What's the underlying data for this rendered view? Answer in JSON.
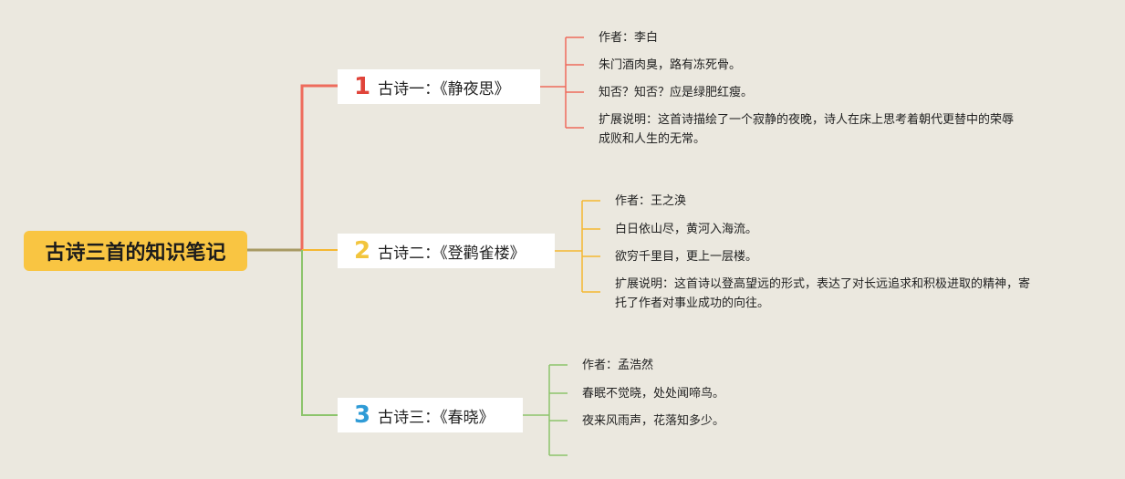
{
  "root": {
    "title": "古诗三首的知识笔记"
  },
  "branches": [
    {
      "number": "1",
      "title": "古诗一：《静夜思》",
      "color": "#ee6b5c",
      "leaves": [
        {
          "lines": [
            "作者：李白"
          ]
        },
        {
          "lines": [
            "朱门酒肉臭，路有冻死骨。"
          ]
        },
        {
          "lines": [
            "知否？知否？应是绿肥红瘦。"
          ]
        },
        {
          "lines": [
            "扩展说明：这首诗描绘了一个寂静的夜晚，诗人在床上思考着朝代更替中的荣辱",
            "成败和人生的无常。"
          ]
        }
      ]
    },
    {
      "number": "2",
      "title": "古诗二：《登鹳雀楼》",
      "color": "#f5b731",
      "leaves": [
        {
          "lines": [
            "作者：王之涣"
          ]
        },
        {
          "lines": [
            "白日依山尽，黄河入海流。"
          ]
        },
        {
          "lines": [
            "欲穷千里目，更上一层楼。"
          ]
        },
        {
          "lines": [
            "扩展说明：这首诗以登高望远的形式，表达了对长远追求和积极进取的精神，寄",
            "托了作者对事业成功的向往。"
          ]
        }
      ]
    },
    {
      "number": "3",
      "title": "古诗三：《春晓》",
      "color": "#8cc46b",
      "number_color": "#2f9bd6",
      "leaves": [
        {
          "lines": [
            "作者：孟浩然"
          ]
        },
        {
          "lines": [
            "春眠不觉晓，处处闻啼鸟。"
          ]
        },
        {
          "lines": [
            "夜来风雨声，花落知多少。"
          ]
        },
        {
          "lines": []
        }
      ]
    }
  ],
  "colors": {
    "background": "#ebe8df",
    "root": "#f9c542",
    "connector": "#a89a64"
  }
}
